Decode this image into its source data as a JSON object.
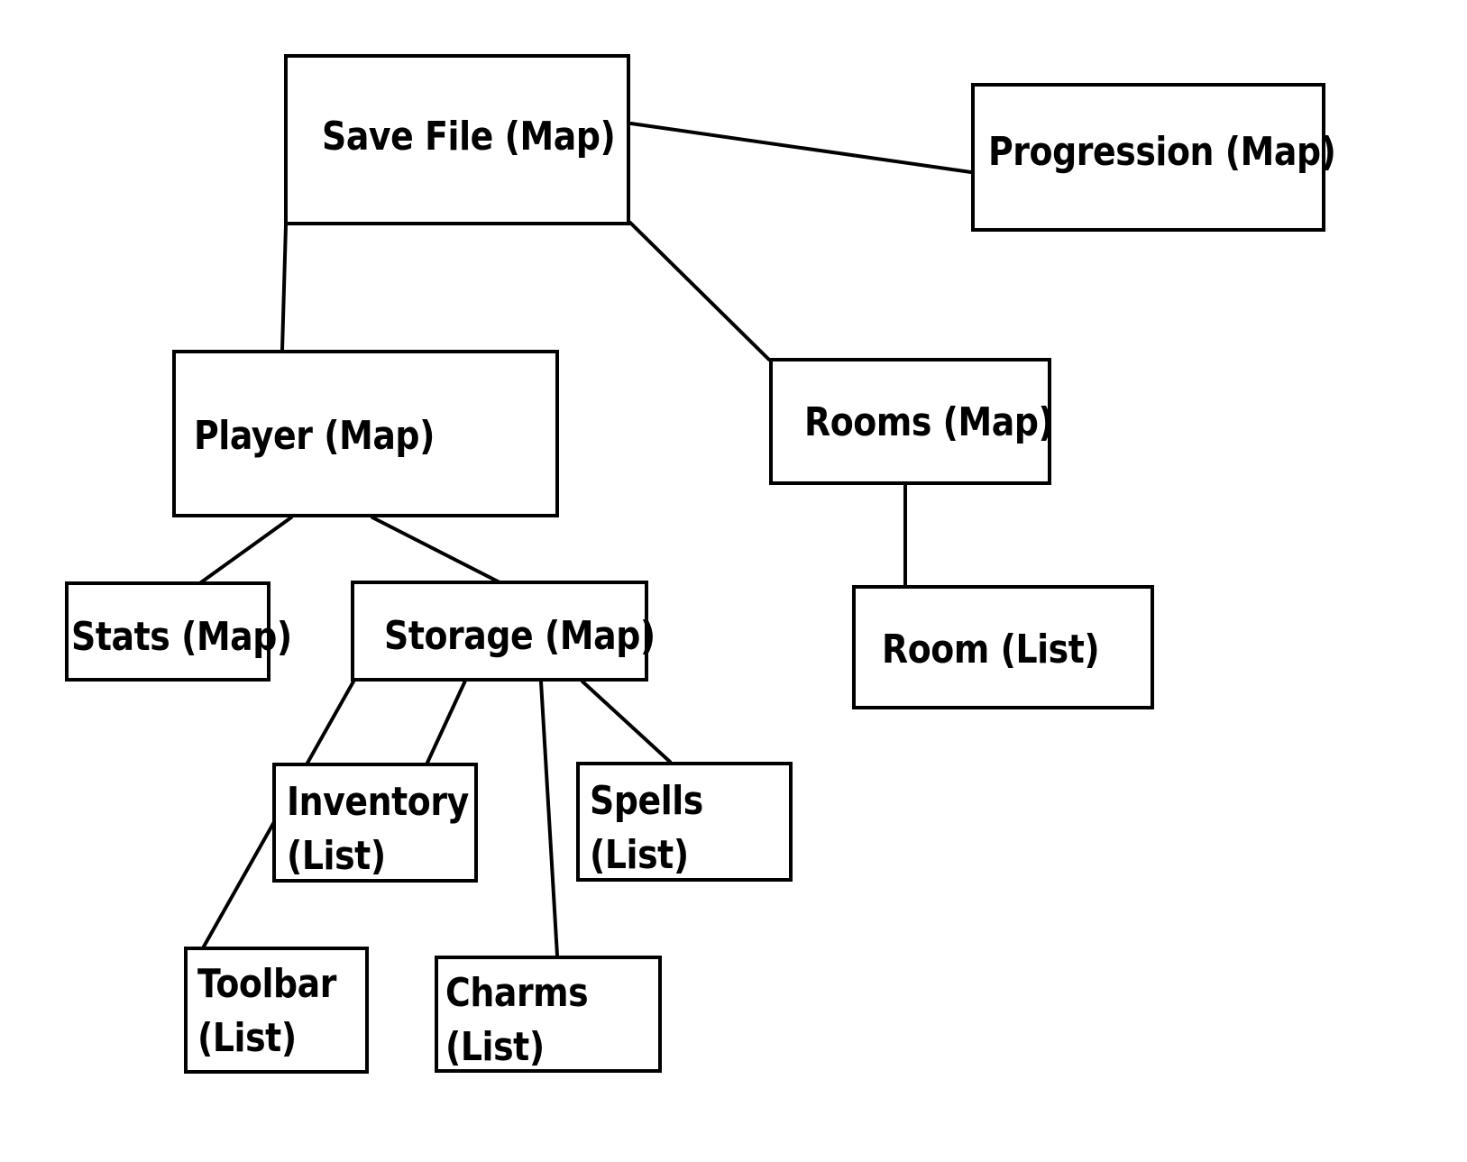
{
  "nodes": {
    "save_file": {
      "label": "Save File (Map)"
    },
    "progression": {
      "label": "Progression (Map)"
    },
    "player": {
      "label": "Player (Map)"
    },
    "rooms": {
      "label": "Rooms (Map)"
    },
    "stats": {
      "label": "Stats (Map)"
    },
    "storage": {
      "label": "Storage (Map)"
    },
    "room": {
      "label": "Room (List)"
    },
    "inventory": {
      "label_line1": "Inventory",
      "label_line2": "(List)"
    },
    "spells": {
      "label_line1": "Spells",
      "label_line2": "(List)"
    },
    "toolbar": {
      "label_line1": "Toolbar",
      "label_line2": "(List)"
    },
    "charms": {
      "label_line1": "Charms",
      "label_line2": "(List)"
    }
  },
  "edges": [
    {
      "from": "save_file",
      "to": "progression"
    },
    {
      "from": "save_file",
      "to": "player"
    },
    {
      "from": "save_file",
      "to": "rooms"
    },
    {
      "from": "player",
      "to": "stats"
    },
    {
      "from": "player",
      "to": "storage"
    },
    {
      "from": "rooms",
      "to": "room"
    },
    {
      "from": "storage",
      "to": "toolbar"
    },
    {
      "from": "storage",
      "to": "inventory"
    },
    {
      "from": "storage",
      "to": "charms"
    },
    {
      "from": "storage",
      "to": "spells"
    }
  ],
  "colors": {
    "stroke": "#000000",
    "background": "#ffffff"
  }
}
